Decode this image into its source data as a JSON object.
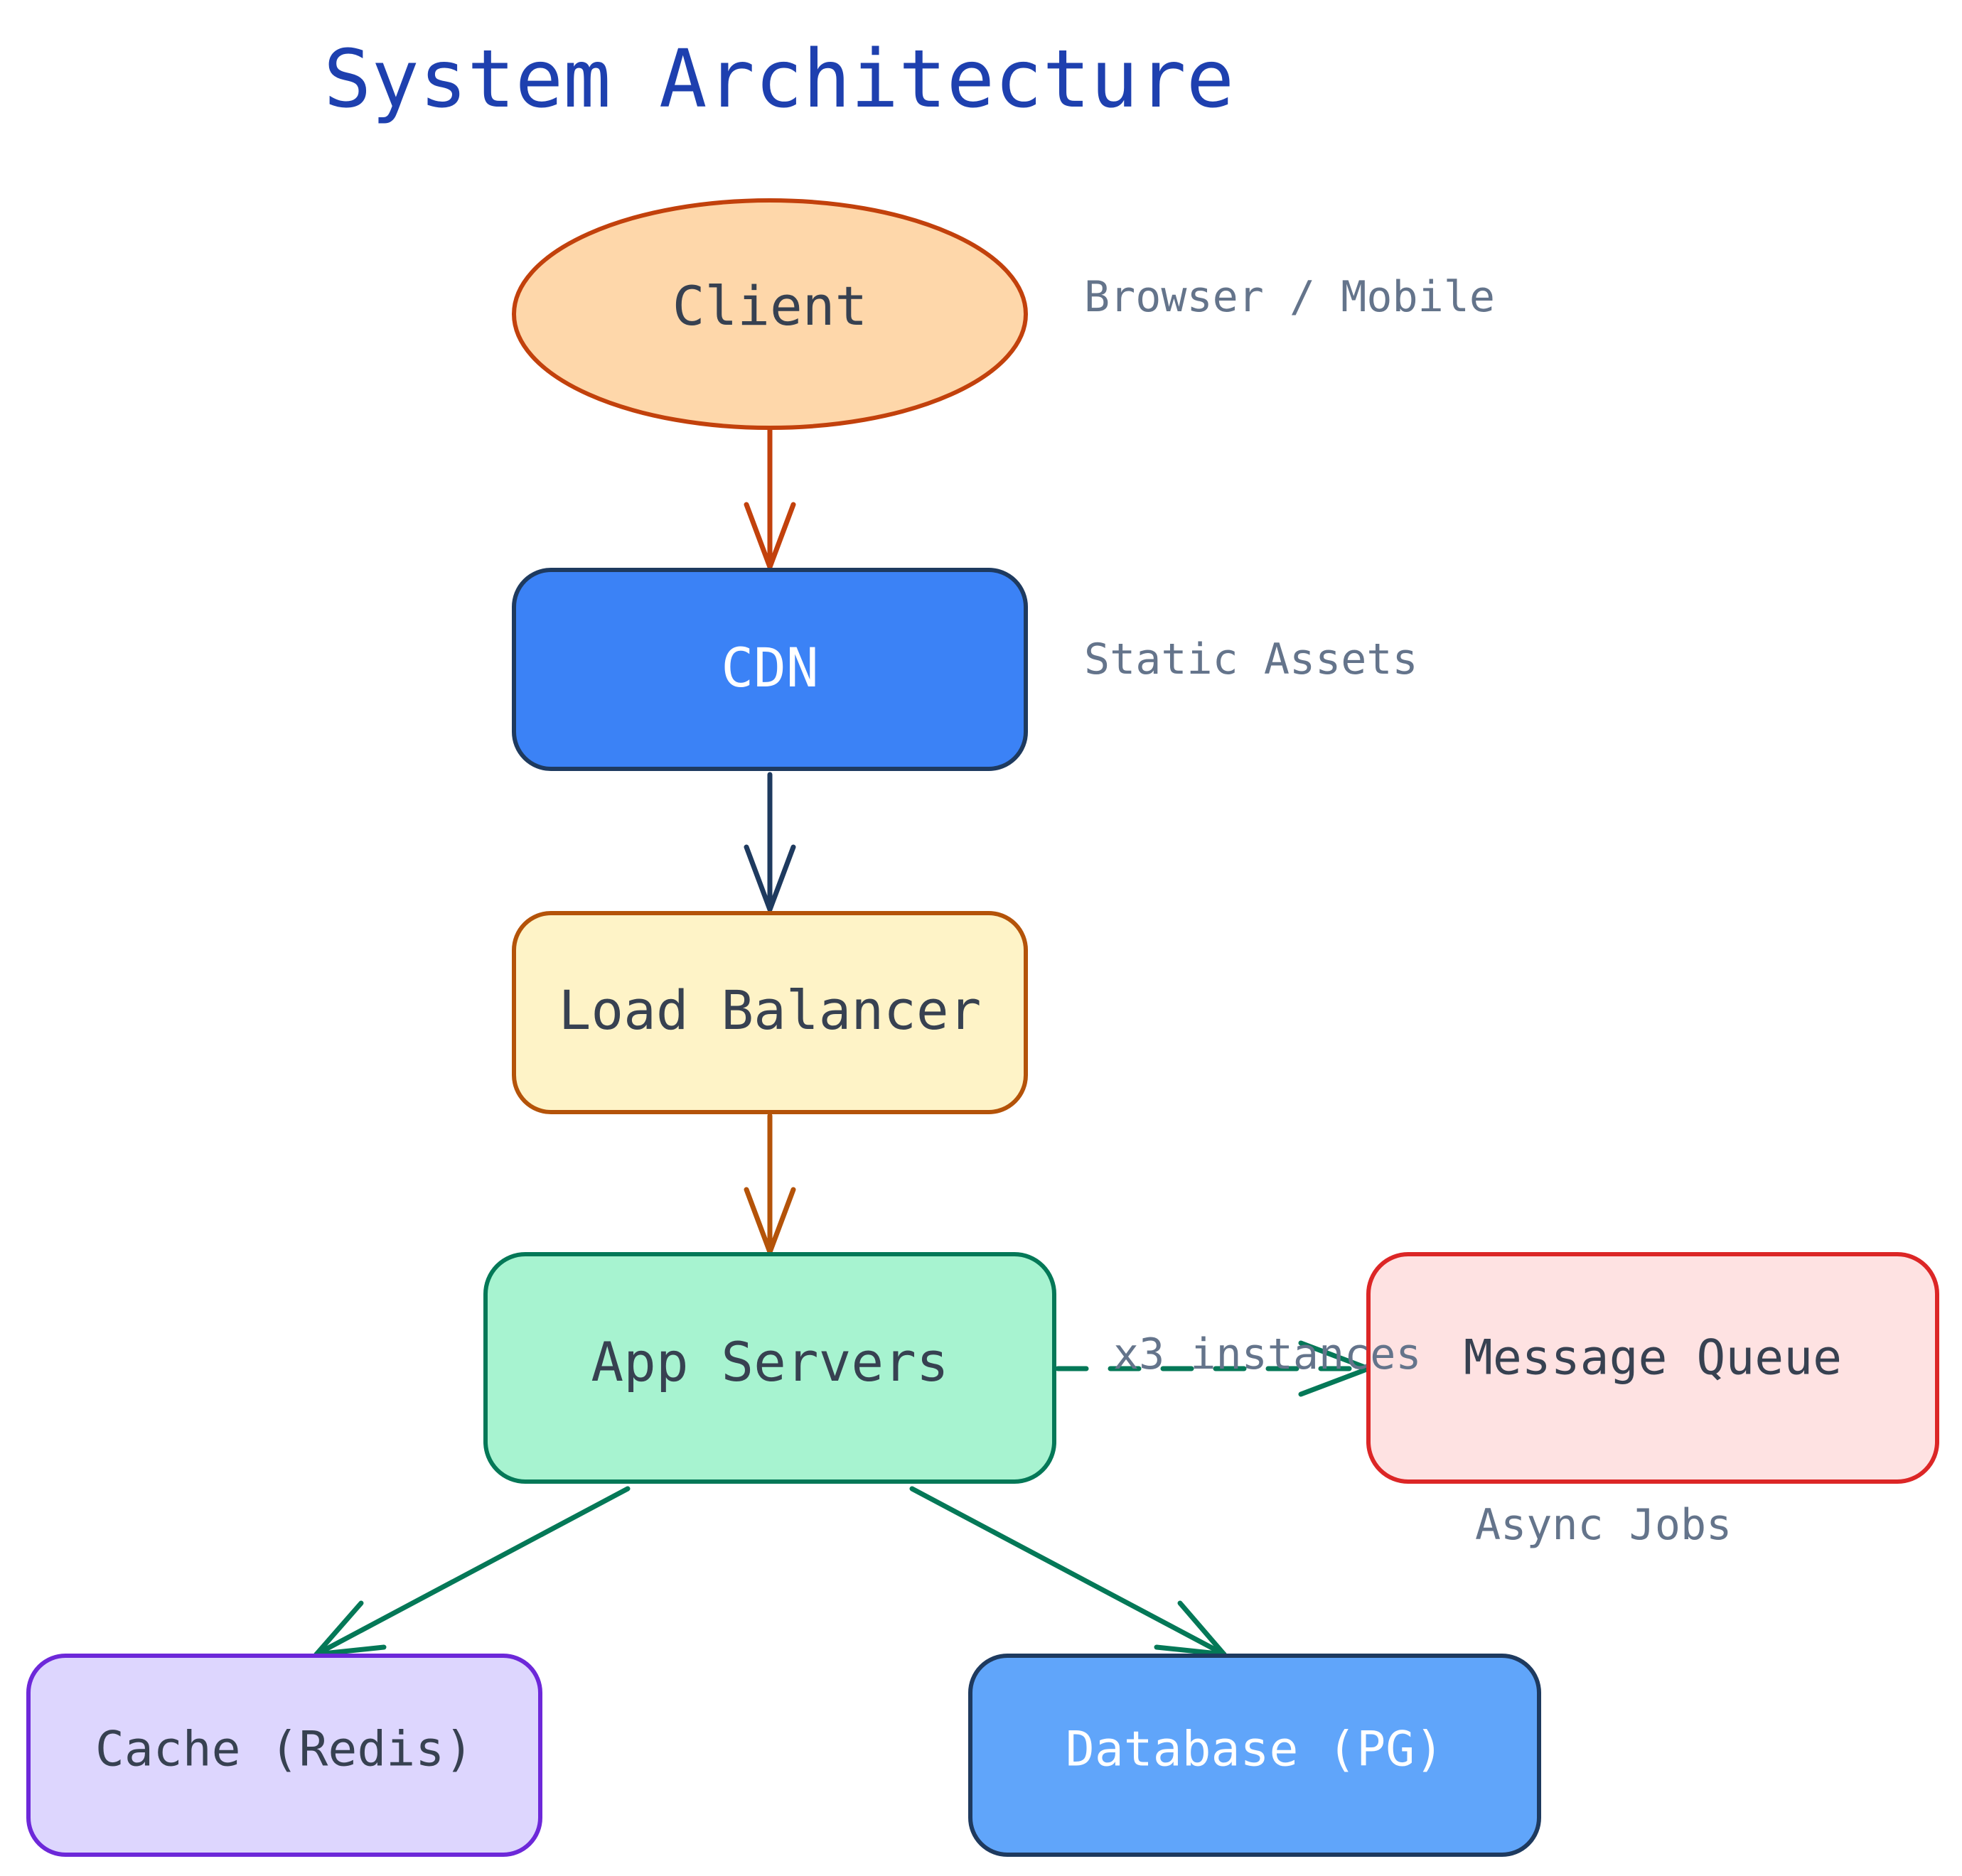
{
  "diagram": {
    "title": "System Architecture",
    "nodes": {
      "client": {
        "label": "Client",
        "shape": "ellipse",
        "fill": "#fed7aa",
        "stroke": "#c2410c",
        "text_color": "#374151"
      },
      "cdn": {
        "label": "CDN",
        "shape": "rounded-rect",
        "fill": "#3b82f6",
        "stroke": "#1e3a5f",
        "text_color": "#ffffff"
      },
      "load_balancer": {
        "label": "Load Balancer",
        "shape": "rounded-rect",
        "fill": "#fef3c7",
        "stroke": "#b45309",
        "text_color": "#374151"
      },
      "app_servers": {
        "label": "App Servers",
        "shape": "rounded-rect",
        "fill": "#a7f3d0",
        "stroke": "#047857",
        "text_color": "#374151"
      },
      "message_queue": {
        "label": "Message Queue",
        "shape": "rounded-rect",
        "fill": "#fee2e2",
        "stroke": "#dc2626",
        "text_color": "#374151"
      },
      "cache": {
        "label": "Cache (Redis)",
        "shape": "rounded-rect",
        "fill": "#ddd6fe",
        "stroke": "#6d28d9",
        "text_color": "#374151"
      },
      "database": {
        "label": "Database (PG)",
        "shape": "rounded-rect",
        "fill": "#60a5fa",
        "stroke": "#1e3a5f",
        "text_color": "#ffffff"
      }
    },
    "notes": {
      "client": "Browser / Mobile",
      "cdn": "Static Assets",
      "app_servers": "x3 instances",
      "message_queue": "Async Jobs"
    },
    "edges": [
      {
        "from": "Client",
        "to": "CDN",
        "style": "solid",
        "color": "#c2410c"
      },
      {
        "from": "CDN",
        "to": "Load Balancer",
        "style": "solid",
        "color": "#1e3a5f"
      },
      {
        "from": "Load Balancer",
        "to": "App Servers",
        "style": "solid",
        "color": "#b45309"
      },
      {
        "from": "App Servers",
        "to": "Message Queue",
        "style": "dashed",
        "color": "#047857"
      },
      {
        "from": "App Servers",
        "to": "Cache (Redis)",
        "style": "solid",
        "color": "#047857"
      },
      {
        "from": "App Servers",
        "to": "Database (PG)",
        "style": "solid",
        "color": "#047857"
      }
    ]
  }
}
